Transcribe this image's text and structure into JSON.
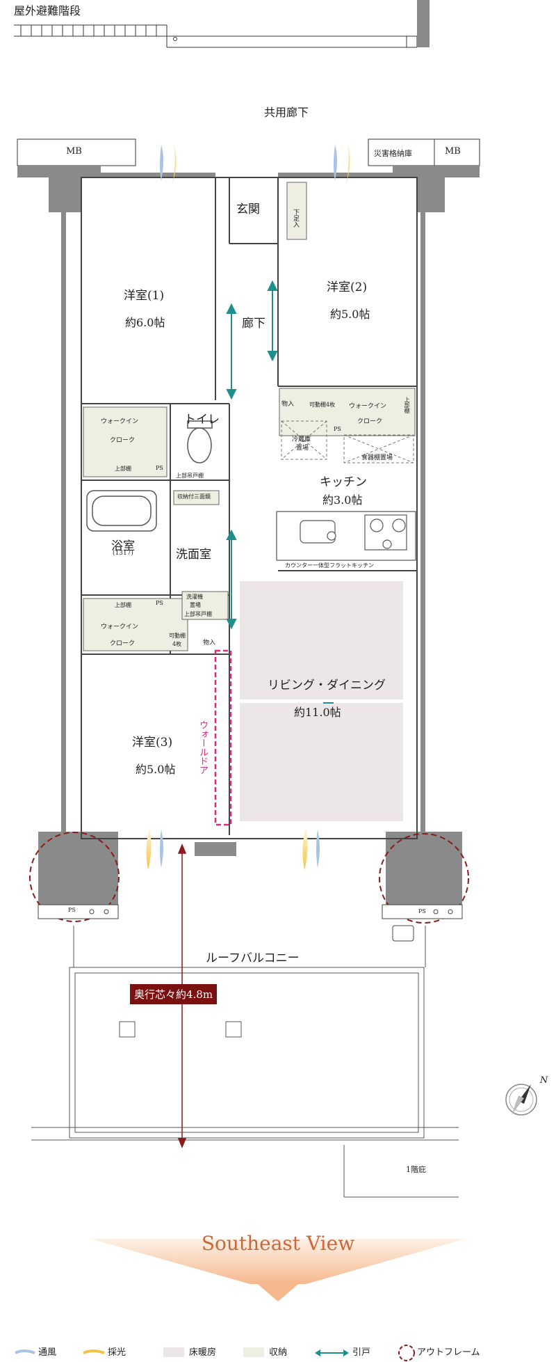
{
  "stairs_label": "屋外避難階段",
  "corridor_label": "共用廊下",
  "mb_left": "MB",
  "mb_right": "MB",
  "disaster_storage": "災害格納庫",
  "entrance": "玄関",
  "shoe_storage": "下足入",
  "rooms": {
    "room1": {
      "name": "洋室(1)",
      "area": "約6.0帖"
    },
    "room2": {
      "name": "洋室(2)",
      "area": "約5.0帖"
    },
    "room3": {
      "name": "洋室(3)",
      "area": "約5.0帖"
    },
    "hallway": "廊下",
    "toilet": "トイレ",
    "bath": {
      "name": "浴室",
      "size": "(1317)"
    },
    "washroom": "洗面室",
    "kitchen": {
      "name": "キッチン",
      "area": "約3.0帖"
    },
    "living": {
      "name": "リビング・ダイニング",
      "area": "約11.0帖"
    }
  },
  "storage": {
    "wic1": "ウォークイン",
    "wic1b": "クローク",
    "upper_shelf1": "上部棚",
    "ps1": "PS",
    "toilet_shelf": "上部吊戸棚",
    "vanity": "収納付三面鏡",
    "upper_shelf2": "上部棚",
    "ps2": "PS",
    "washer": "洗濯機",
    "washer2": "置場",
    "washer_shelf": "上部吊戸棚",
    "wic3": "ウォークイン",
    "wic3b": "クローク",
    "movable_shelf3": "可動棚",
    "movable_shelf3b": "4枚",
    "closet3": "物入",
    "closet_k": "物入",
    "movable_shelf2": "可動棚4枚",
    "wic2": "ウォークイン",
    "wic2b": "クローク",
    "upper_shelf_k": "上部棚",
    "ps_k": "PS",
    "fridge": "冷蔵庫",
    "fridge2": "置場",
    "dish_shelf": "食器棚置場",
    "kitchen_counter": "カウンター一体型フラットキッチン"
  },
  "wall_door": "ウォールドア",
  "roof_balcony": "ルーフバルコニー",
  "depth_badge": "奥行芯々約4.8m",
  "ps_left": "PS",
  "ps_right": "PS",
  "first_floor_eave": "1階庇",
  "north": "N",
  "view_label": "Southeast View",
  "legend": [
    "通風",
    "採光",
    "床暖房",
    "収納",
    "引戸",
    "アウトフレーム"
  ],
  "colors": {
    "wall": "#8a8a8a",
    "floor_heating": "#ece6e6",
    "storage": "#eeeee2",
    "sliding": "#1e8f8a",
    "outframe": "#8b1a1a",
    "badge": "#7a1010",
    "wall_door": "#e0287a",
    "light": "#f3c24a",
    "wind": "#a9c3e6"
  }
}
